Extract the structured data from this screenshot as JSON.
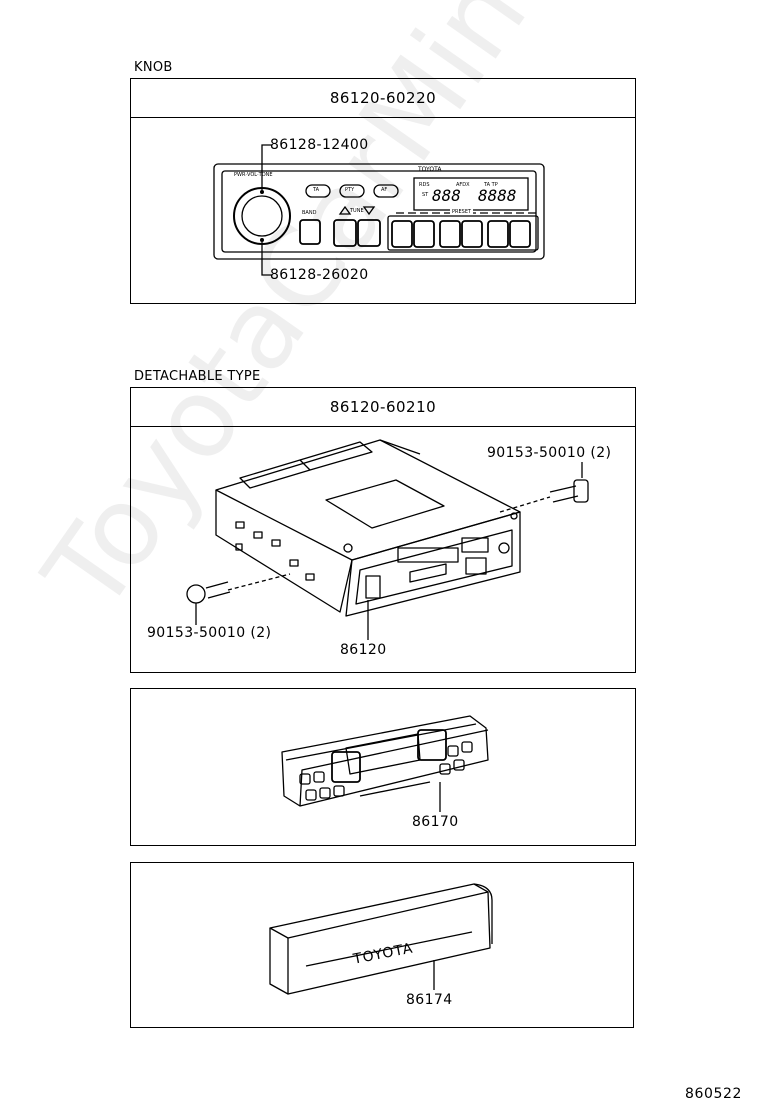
{
  "sections": {
    "knob": {
      "label": "KNOB",
      "assembly_number": "86120-60220",
      "callouts": {
        "top": "86128-12400",
        "bottom": "86128-26020"
      },
      "faceplate_text": {
        "brand": "TOYOTA",
        "knob_label": "PWR·VOL·TONE",
        "btn_ta": "TA",
        "btn_pty": "PTY",
        "btn_af": "AF",
        "band": "BAND",
        "tune": "TUNE",
        "preset": "PRESET",
        "disp_rds": "RDS",
        "disp_st": "ST",
        "disp_afdx": "AFDX",
        "disp_tatp": "TA TP",
        "disp_digits1": "888",
        "disp_digits2": "8888"
      }
    },
    "detachable": {
      "label": "DETACHABLE TYPE",
      "assembly_number": "86120-60210",
      "callouts": {
        "screw_right": "90153-50010 (2)",
        "screw_left": "90153-50010 (2)",
        "unit": "86120"
      }
    },
    "faceplate_part": {
      "callout": "86170"
    },
    "case_part": {
      "callout": "86174",
      "case_brand": "TOYOTA"
    }
  },
  "diagram_code": "860522",
  "watermark": "ToyotaCarMine.ru"
}
